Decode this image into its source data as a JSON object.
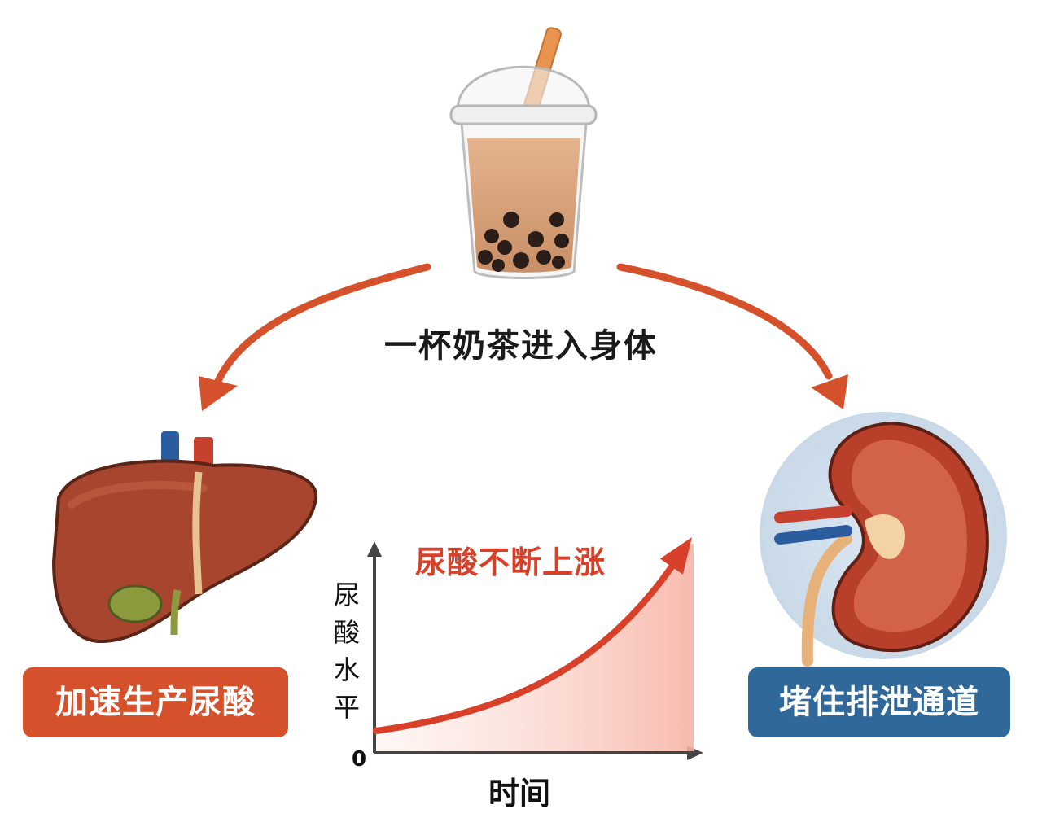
{
  "caption": "一杯奶茶进入身体",
  "left_label": "加速生产尿酸",
  "right_label": "堵住排泄通道",
  "colors": {
    "arrow": "#d4512b",
    "left_badge": "#d4512b",
    "right_badge": "#2f6899",
    "curve": "#d8402a"
  },
  "icons": {
    "top": "bubble-tea-icon",
    "left": "liver-icon",
    "right": "kidney-icon"
  },
  "chart_data": {
    "type": "area",
    "title": "尿酸不断上涨",
    "xlabel": "时间",
    "ylabel": "尿酸水平",
    "y_origin_label": "0",
    "trend": "exponential-increase",
    "grid": false
  }
}
